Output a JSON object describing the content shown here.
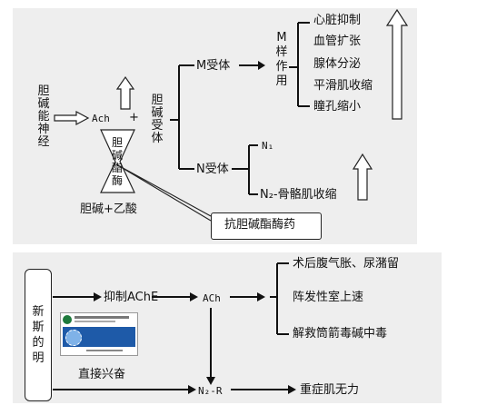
{
  "top": {
    "nerve": "胆碱能神经",
    "ach": "Ach",
    "plus": "+",
    "enzyme": "胆碱酯酶",
    "products": "胆碱+乙酸",
    "receptor": "胆碱受体",
    "m_receptor": "M受体",
    "m_effect_label": "M样作用",
    "m_effects": [
      "心脏抑制",
      "血管扩张",
      "腺体分泌",
      "平滑肌收缩",
      "瞳孔缩小"
    ],
    "n_receptor": "N受体",
    "n1": "N₁",
    "n2": "N₂-骨骼肌收缩",
    "anti_drug": "抗胆碱酯酶药"
  },
  "bottom": {
    "drug": "新斯的明",
    "inhibit": "抑制AChE",
    "ach": "ACh",
    "uses": [
      "术后腹气胀、尿潴留",
      "阵发性室上速",
      "解救筒箭毒碱中毒"
    ],
    "direct": "直接兴奋",
    "n2r": "N₂-R",
    "disease": "重症肌无力"
  },
  "colors": {
    "panel": "#eeeeee",
    "ink": "#111111",
    "package_blue": "#1e5aa8"
  }
}
